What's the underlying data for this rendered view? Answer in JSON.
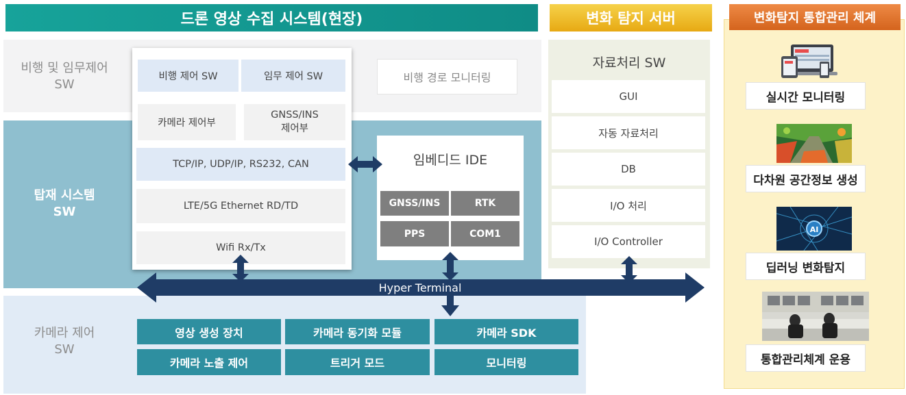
{
  "headers": {
    "drone": "드론 영상 수집 시스템(현장)",
    "server": "변화 탐지 서버",
    "mgmt": "변화탐지 통합관리 체계"
  },
  "sections": {
    "flight": [
      "비행 및 임무제어",
      "SW"
    ],
    "onboard": [
      "탑재 시스템",
      "SW"
    ],
    "camera": [
      "카메라 제어",
      "SW"
    ]
  },
  "card": {
    "flight_ctrl": "비행 제어 SW",
    "mission_ctrl": "임무 제어 SW",
    "camera_ctrl": "카메라 제어부",
    "gnss": [
      "GNSS/INS",
      "제어부"
    ],
    "protocols": "TCP/IP, UDP/IP, RS232, CAN",
    "lte": "LTE/5G Ethernet RD/TD",
    "wifi": "Wifi Rx/Tx"
  },
  "flight_path": "비행 경로 모니터링",
  "ide": {
    "title": "임베디드 IDE",
    "cells": [
      "GNSS/INS",
      "RTK",
      "PPS",
      "COM1"
    ]
  },
  "server_sw": {
    "title": "자료처리 SW",
    "items": [
      "GUI",
      "자동 자료처리",
      "DB",
      "I/O 처리",
      "I/O Controller"
    ]
  },
  "bus": "Hyper Terminal",
  "camera_buttons": [
    "영상 생성 장치",
    "카메라 동기화 모듈",
    "카메라 SDK",
    "카메라 노출 제어",
    "트리거 모드",
    "모니터링"
  ],
  "mgmt_items": [
    "실시간 모니터링",
    "다차원 공간정보 생성",
    "딥러닝 변화탐지",
    "통합관리체계 운용"
  ],
  "colors": {
    "teal": "#17a39a",
    "yellow": "#e7a913",
    "orange": "#d4641d",
    "arrow": "#1f3c66",
    "button": "#2e8fa0"
  },
  "icons": [
    "devices-icon",
    "terrain-map-icon",
    "ai-network-icon",
    "control-room-icon"
  ]
}
